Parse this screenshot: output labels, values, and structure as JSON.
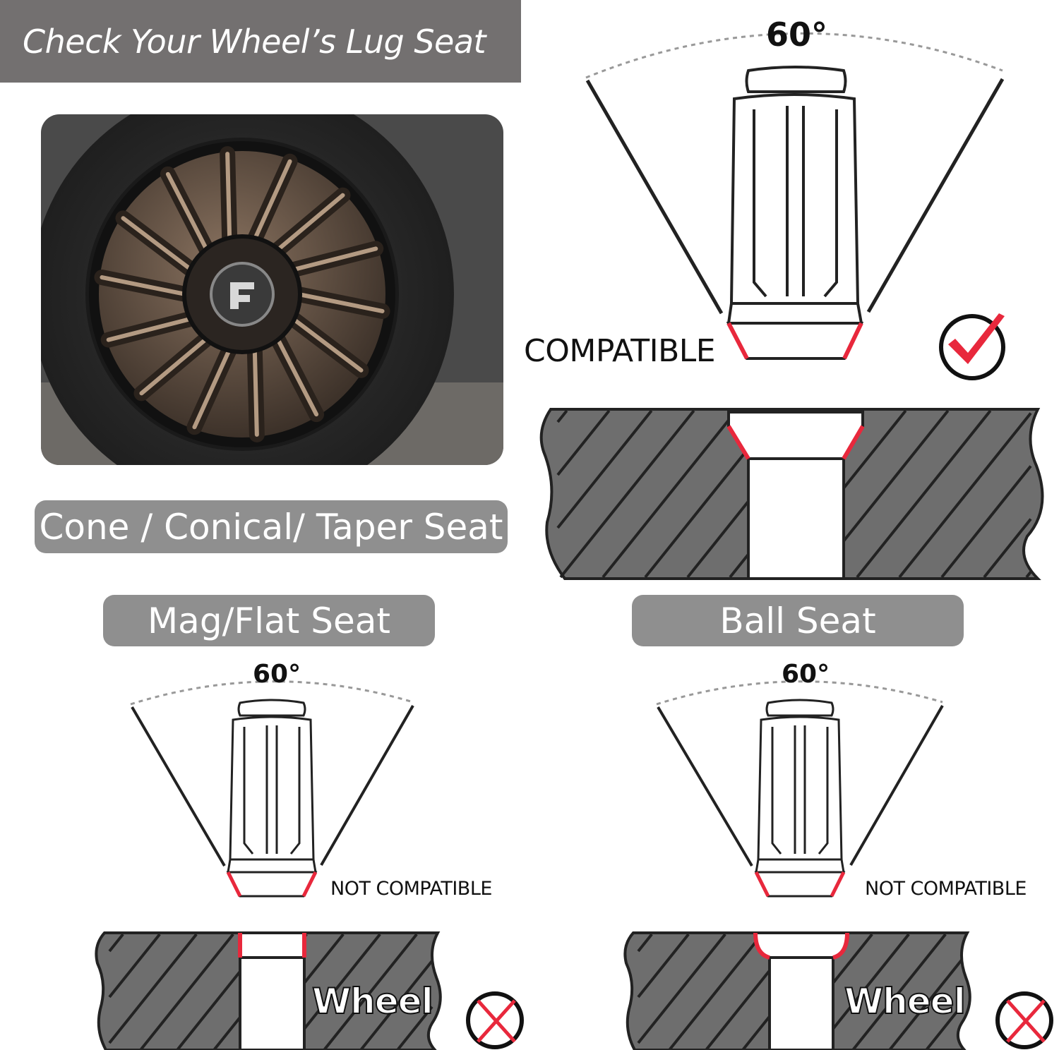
{
  "header": {
    "title": "Check Your Wheel’s Lug Seat"
  },
  "cone_section": {
    "label": "Cone / Conical/ Taper Seat",
    "angle": "60°",
    "status": "COMPATIBLE",
    "status_icon": "check-icon"
  },
  "mag_section": {
    "label": "Mag/Flat Seat",
    "angle": "60°",
    "status": "NOT COMPATIBLE",
    "status_icon": "cross-icon",
    "wheel_label": "Wheel"
  },
  "ball_section": {
    "label": "Ball Seat",
    "angle": "60°",
    "status": "NOT COMPATIBLE",
    "status_icon": "cross-icon",
    "wheel_label": "Wheel"
  },
  "colors": {
    "banner": "#737070",
    "pill": "#8f8f8f",
    "wheel_body": "#6e6e6e",
    "seat_highlight": "#e8283c",
    "check": "#e8283c"
  }
}
